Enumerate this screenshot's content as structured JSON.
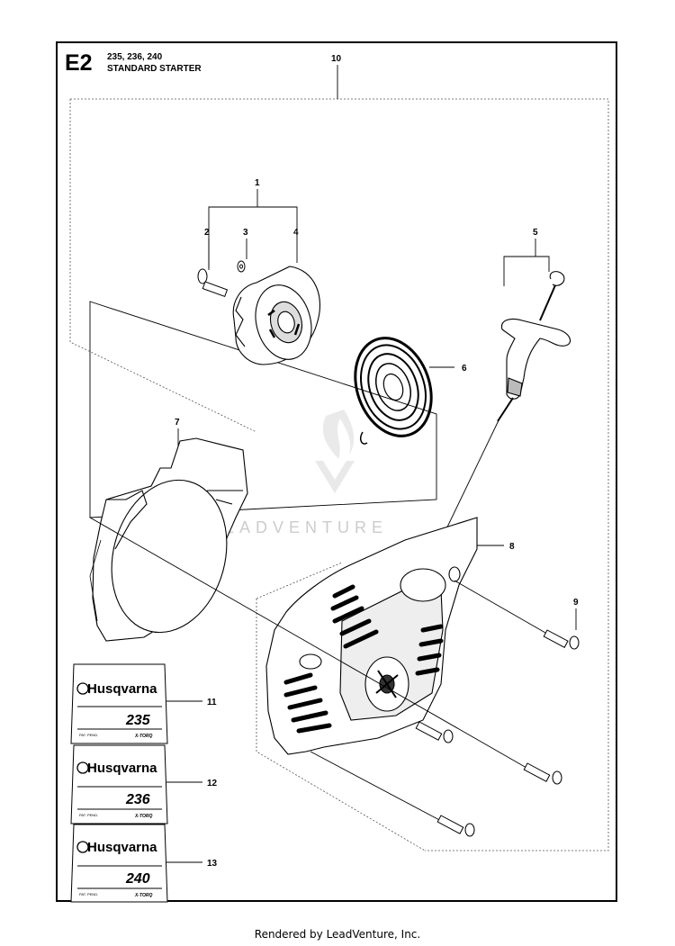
{
  "header": {
    "code": "E2",
    "models": "235, 236, 240",
    "title": "STANDARD STARTER"
  },
  "callouts": [
    "1",
    "2",
    "3",
    "4",
    "5",
    "6",
    "7",
    "8",
    "9",
    "10",
    "11",
    "12",
    "13"
  ],
  "decals": [
    {
      "brand": "Husqvarna",
      "model": "235",
      "pat": "PAT. PEND.",
      "xtorq": "X-TORQ"
    },
    {
      "brand": "Husqvarna",
      "model": "236",
      "pat": "PAT. PEND.",
      "xtorq": "X-TORQ"
    },
    {
      "brand": "Husqvarna",
      "model": "240",
      "pat": "PAT. PEND.",
      "xtorq": "X-TORQ"
    }
  ],
  "watermark": "LEADVENTURE",
  "footer": "Rendered by LeadVenture, Inc."
}
